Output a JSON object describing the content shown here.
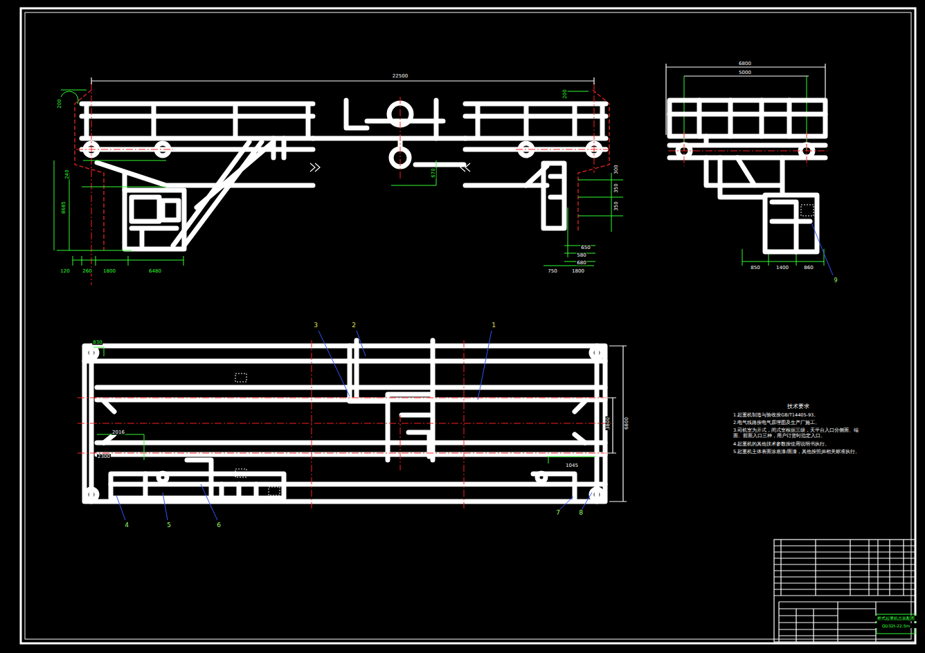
{
  "diagram": {
    "labels": [
      "22500",
      "200",
      "200",
      "8685",
      "240",
      "120",
      "260",
      "1800",
      "6480",
      "670",
      "300",
      "350",
      "350",
      "650",
      "580",
      "680",
      "750",
      "1800",
      "6800",
      "5000",
      "850",
      "1400",
      "860",
      "9",
      "3",
      "2",
      "1",
      "830",
      "2016",
      "2300",
      "3800",
      "6800",
      "1045",
      "4",
      "5",
      "6",
      "7",
      "8",
      "技术要求",
      "1.起重机制造与验收按GB/T14405-93。",
      "2.电气线路按电气原理图及生产厂施工。",
      "3.司机室为开式，闭式室根据三级，天平台入口分侧面、端面、前面入口三种，用户订货时指定入口。",
      "4.起重机的其他技术参数按使用说明书执行。",
      "5.起重机主体表面涂底漆/面漆，其他按照JB相关标准执行。",
      "桥式起重机总装配图",
      "QD32t-22.5m"
    ]
  }
}
